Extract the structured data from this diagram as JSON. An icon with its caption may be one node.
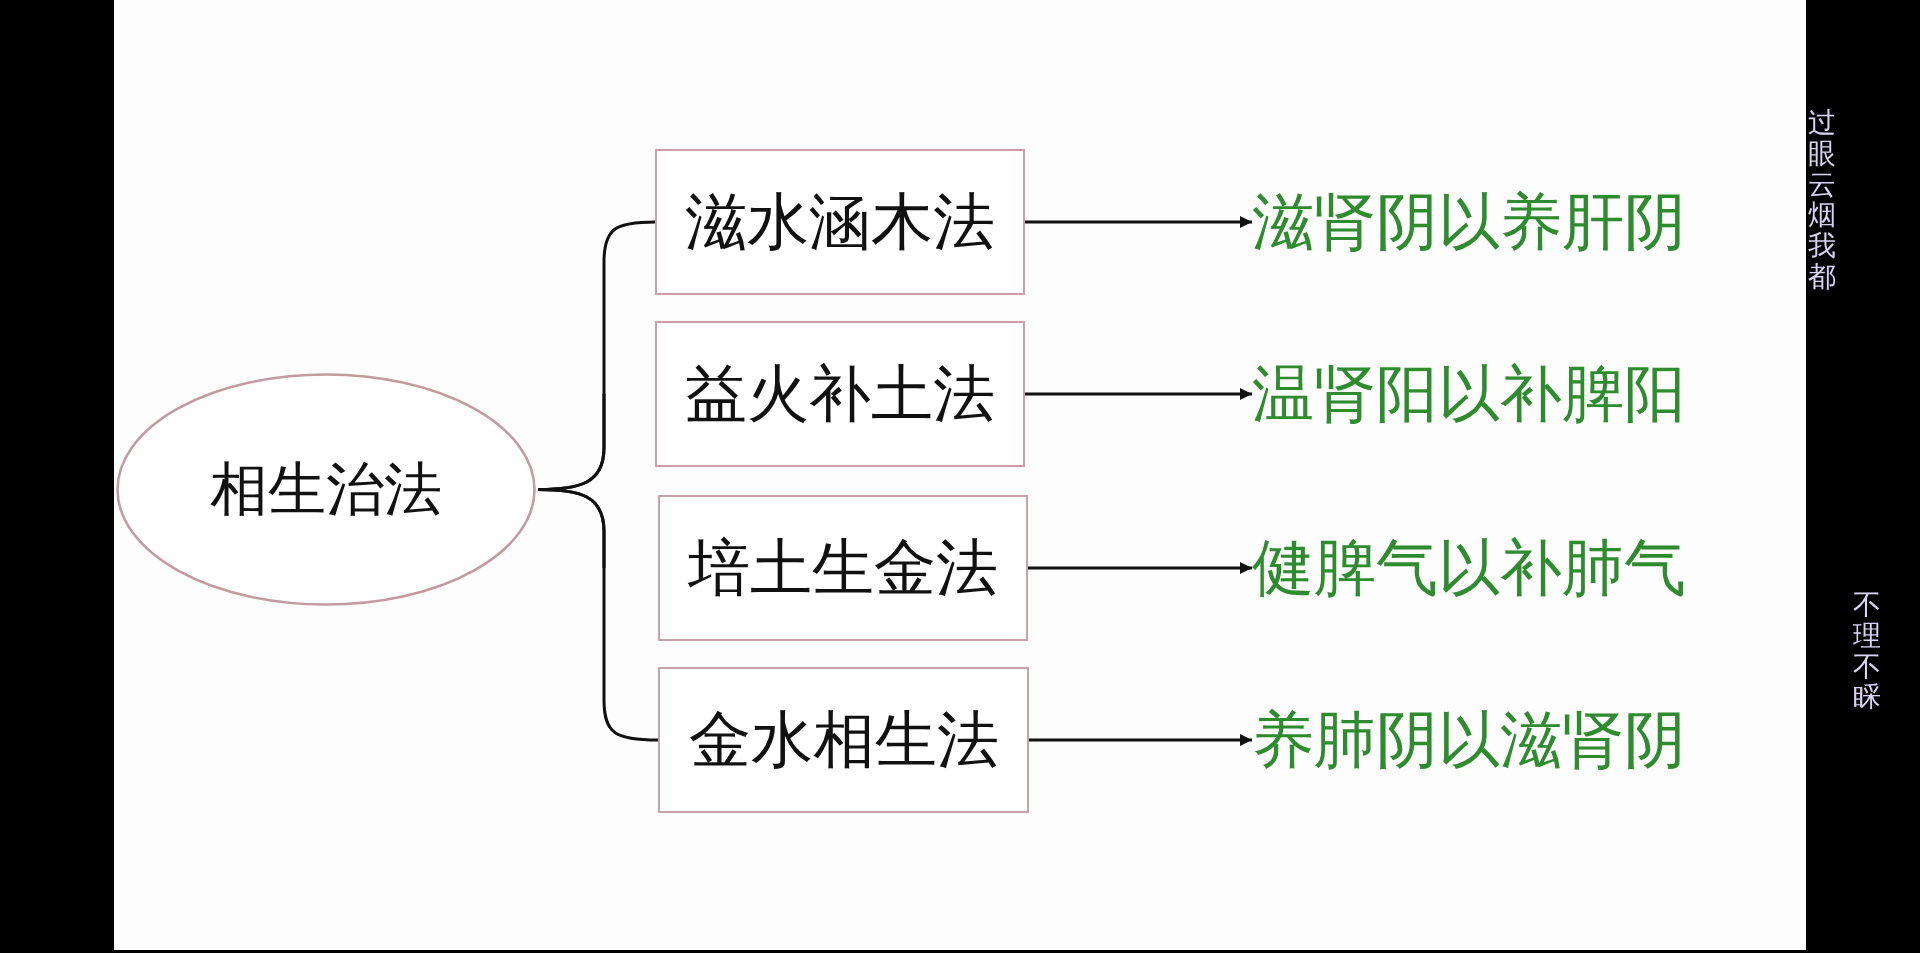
{
  "diagram": {
    "nodes": [
      {
        "text": [
          "相生治法"
        ]
      },
      {
        "text": [
          "滋水涵木法"
        ]
      },
      {
        "text": [
          "滋肾阴以养肝阴"
        ]
      },
      {
        "text": [
          "益火补土法"
        ]
      },
      {
        "text": [
          "温肾阳以补脾阳"
        ]
      },
      {
        "text": [
          "培土生金法"
        ]
      },
      {
        "text": [
          "健脾气以补肺气"
        ]
      },
      {
        "text": [
          "金水相生法"
        ]
      },
      {
        "text": [
          "养肺阴以滋肾阴"
        ]
      }
    ],
    "edges": [
      {
        "from": 0,
        "to": 1,
        "arrow": "none"
      },
      {
        "from": 0,
        "to": 3,
        "arrow": "none"
      },
      {
        "from": 0,
        "to": 5,
        "arrow": "none"
      },
      {
        "from": 0,
        "to": 7,
        "arrow": "none"
      },
      {
        "from": 1,
        "to": 2,
        "arrow": "to"
      },
      {
        "from": 3,
        "to": 4,
        "arrow": "to"
      },
      {
        "from": 5,
        "to": 6,
        "arrow": "to"
      },
      {
        "from": 7,
        "to": 8,
        "arrow": "to"
      }
    ],
    "labels": [
      "过眼云烟我都",
      "不理不睬"
    ]
  }
}
